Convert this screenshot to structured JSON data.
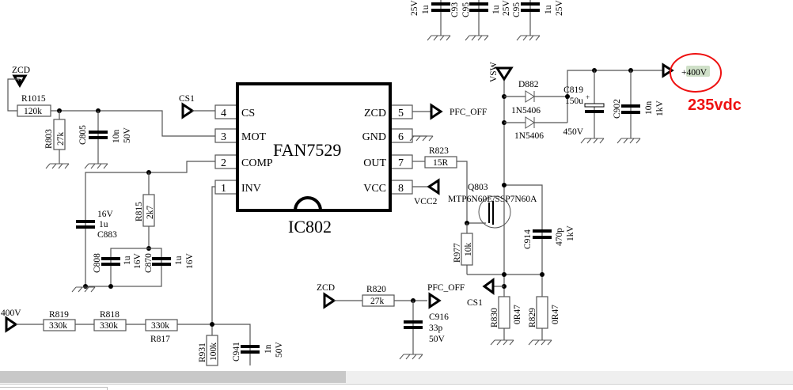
{
  "ic": {
    "part": "FAN7529",
    "ref": "IC802",
    "left_pins": [
      {
        "num": "4",
        "name": "CS"
      },
      {
        "num": "3",
        "name": "MOT"
      },
      {
        "num": "2",
        "name": "COMP"
      },
      {
        "num": "1",
        "name": "INV"
      }
    ],
    "right_pins": [
      {
        "num": "5",
        "name": "ZCD"
      },
      {
        "num": "6",
        "name": "GND"
      },
      {
        "num": "7",
        "name": "OUT"
      },
      {
        "num": "8",
        "name": "VCC"
      }
    ]
  },
  "ports": {
    "zcd": "ZCD",
    "cs1": "CS1",
    "pfc_off": "PFC_OFF",
    "vcc2": "VCC2",
    "vsw": "VSW",
    "v400": "+400V",
    "v400_in": "400V"
  },
  "top_caps": [
    "25V",
    "1u",
    "C93",
    "C95",
    "1u",
    "25V",
    "C95",
    "1u",
    "25V"
  ],
  "components": {
    "R1015": {
      "ref": "R1015",
      "value": "120k"
    },
    "R803": {
      "ref": "R803",
      "value": "27k"
    },
    "C805": {
      "ref": "C805",
      "value": "10n",
      "voltage": "50V"
    },
    "C883": {
      "ref": "C883",
      "value": "1u",
      "voltage": "16V"
    },
    "R815": {
      "ref": "R815",
      "value": "2k7"
    },
    "C808": {
      "ref": "C808",
      "value": "1u",
      "voltage": "16V"
    },
    "C870": {
      "ref": "C870",
      "value": "1u",
      "voltage": "16V"
    },
    "R819": {
      "ref": "R819",
      "value": "330k"
    },
    "R818": {
      "ref": "R818",
      "value": "330k"
    },
    "R817": {
      "ref": "R817",
      "value": "330k"
    },
    "R931": {
      "ref": "R931",
      "value": "100k"
    },
    "C941": {
      "ref": "C941",
      "value": "1n",
      "voltage": "50V"
    },
    "R823": {
      "ref": "R823",
      "value": "15R"
    },
    "Q803": {
      "ref": "Q803",
      "value": "MTP6N60E/SSP7N60A"
    },
    "R977": {
      "ref": "R977",
      "value": "10k"
    },
    "C914": {
      "ref": "C914",
      "value": "470p",
      "voltage": "1kV"
    },
    "R820": {
      "ref": "R820",
      "value": "27k"
    },
    "C916": {
      "ref": "C916",
      "value": "33p",
      "voltage": "50V"
    },
    "R830": {
      "ref": "R830",
      "value": "0R47"
    },
    "R829": {
      "ref": "R829",
      "value": "0R47"
    },
    "D882": {
      "ref": "D882",
      "value": "1N5406",
      "value_overlap": "1N5406"
    },
    "D2": {
      "value": "1N5406"
    },
    "C819": {
      "ref": "C819",
      "value": "150u",
      "voltage": "450V"
    },
    "C902": {
      "ref": "C902",
      "value": "10n",
      "voltage": "1kV"
    }
  },
  "annotation": {
    "text": "235vdc",
    "color": "#ee1111"
  },
  "colors": {
    "highlight": "#cfe0c8",
    "annotation": "#ee1111"
  }
}
